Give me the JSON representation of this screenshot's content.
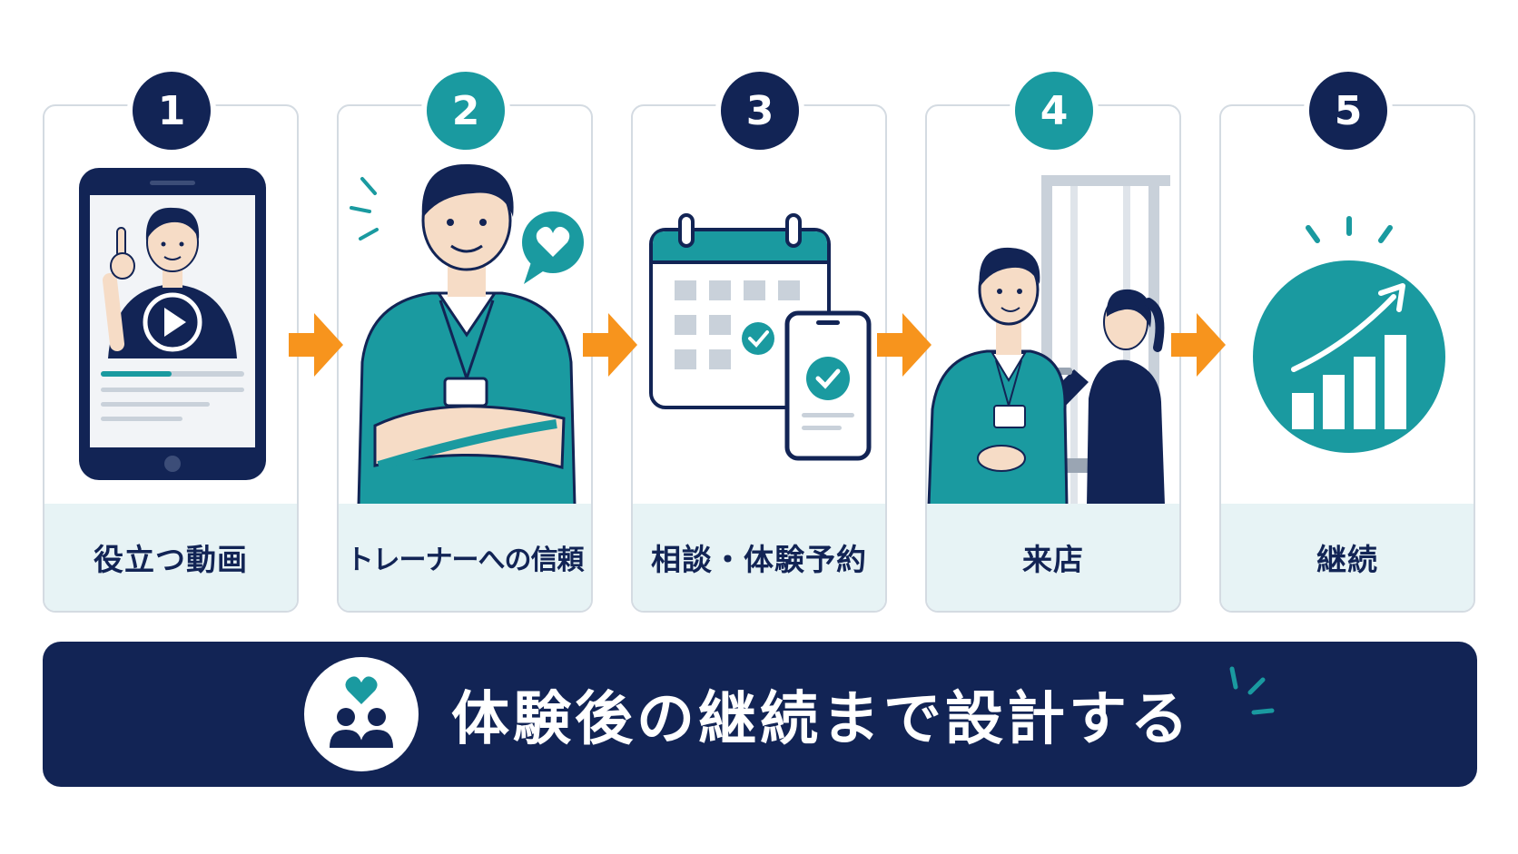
{
  "steps": [
    {
      "number": "1",
      "label": "役立つ動画",
      "badge_color": "#122455"
    },
    {
      "number": "2",
      "label": "トレーナーへの信頼",
      "badge_color": "#1a9aa0"
    },
    {
      "number": "3",
      "label": "相談・体験予約",
      "badge_color": "#122455"
    },
    {
      "number": "4",
      "label": "来店",
      "badge_color": "#1a9aa0"
    },
    {
      "number": "5",
      "label": "継続",
      "badge_color": "#122455"
    }
  ],
  "banner": {
    "text": "体験後の継続まで設計する"
  },
  "colors": {
    "navy": "#122455",
    "teal": "#1a9aa0",
    "orange": "#f7941d",
    "caption_bg": "#e7f3f5",
    "border": "#d4dbe2"
  },
  "icons": [
    "video-phone-icon",
    "trainer-icon",
    "calendar-check-icon",
    "gym-visit-icon",
    "growth-chart-icon",
    "heart-people-icon"
  ]
}
